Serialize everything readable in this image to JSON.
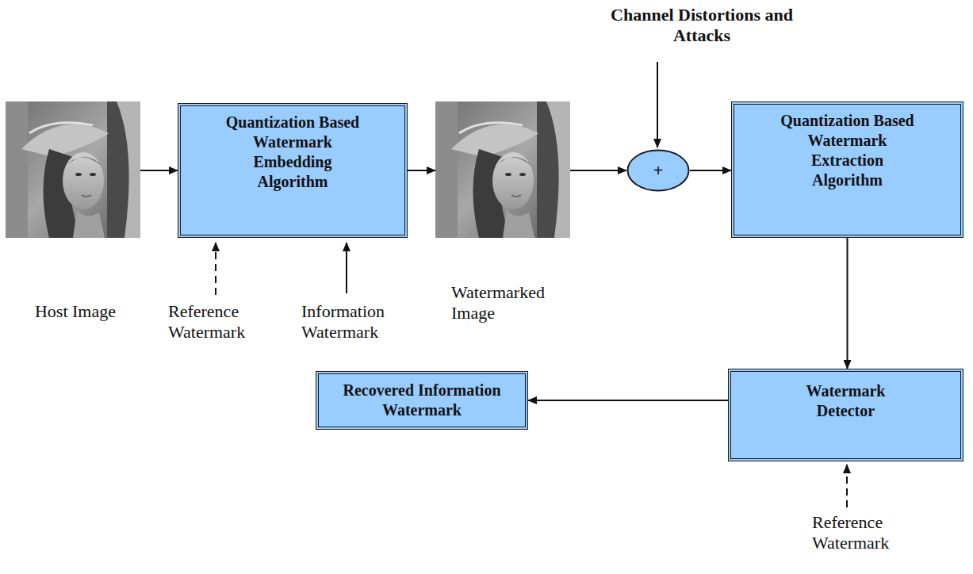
{
  "diagram": {
    "nodes": [
      {
        "text": [
          "Host Image"
        ]
      },
      {
        "text": [
          "Quantization Based Watermark Embedding Algorithm"
        ]
      },
      {
        "text": [
          "Watermarked Image"
        ]
      },
      {
        "text": [
          "+"
        ]
      },
      {
        "text": [
          "Quantization Based Watermark Extraction Algorithm"
        ]
      },
      {
        "text": [
          "Recovered Information Watermark"
        ]
      },
      {
        "text": [
          "Watermark Detector"
        ]
      }
    ],
    "edges": [
      {
        "from": 0,
        "to": 1,
        "arrow": "to"
      },
      {
        "from": 1,
        "to": 2,
        "arrow": "to"
      },
      {
        "from": 2,
        "to": 3,
        "arrow": "to"
      },
      {
        "from": 3,
        "to": 4,
        "arrow": "to"
      },
      {
        "from": 4,
        "to": 6,
        "arrow": "to"
      },
      {
        "from": 6,
        "to": 5,
        "arrow": "to"
      }
    ],
    "labels": [
      "Channel Distortions and Attacks",
      "Reference Watermark",
      "Information Watermark",
      "Reference Watermark"
    ]
  }
}
